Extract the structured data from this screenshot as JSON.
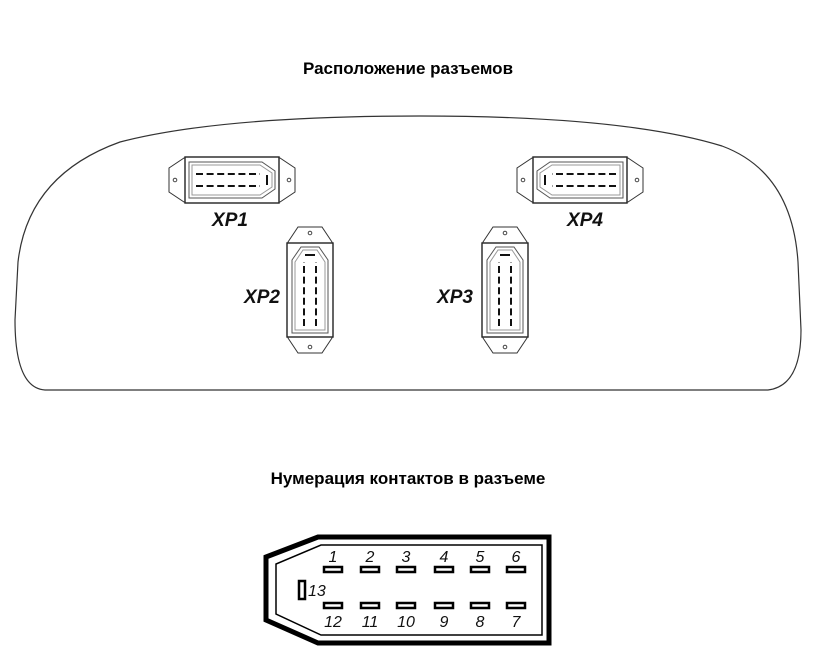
{
  "titles": {
    "layout": "Расположение разъемов",
    "numbering": "Нумерация контактов в разъеме"
  },
  "connectors": [
    "XP1",
    "XP2",
    "XP3",
    "XP4"
  ],
  "pins": {
    "top": [
      "1",
      "2",
      "3",
      "4",
      "5",
      "6"
    ],
    "bottom": [
      "12",
      "11",
      "10",
      "9",
      "8",
      "7"
    ],
    "side": "13"
  }
}
